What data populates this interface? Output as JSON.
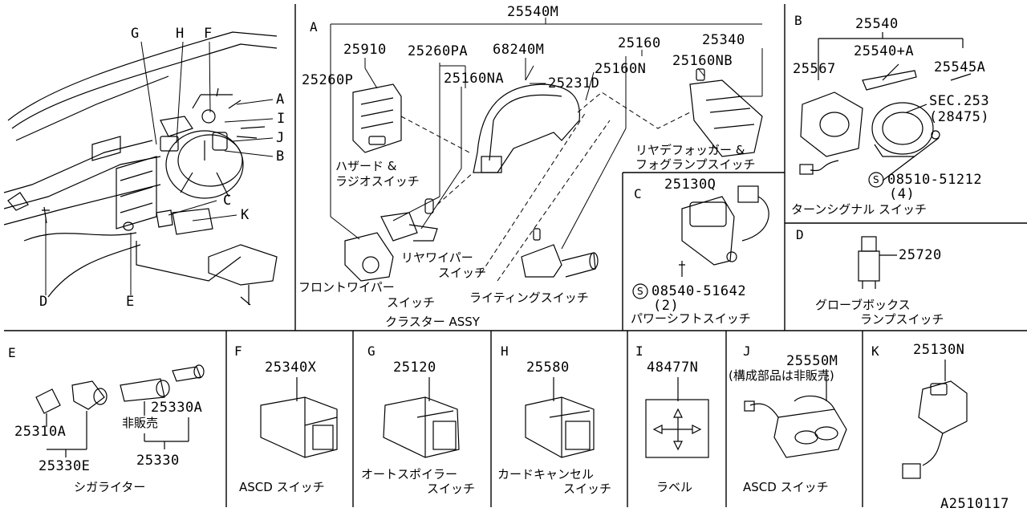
{
  "main": {
    "letters": [
      "G",
      "H",
      "F",
      "A",
      "I",
      "J",
      "B",
      "C",
      "K",
      "D",
      "E"
    ]
  },
  "A": {
    "section": "A",
    "parts": [
      "25540M",
      "25910",
      "25260PA",
      "68240M",
      "25160",
      "25340",
      "25260P",
      "25160NA",
      "25231D",
      "25160N",
      "25160NB"
    ],
    "label_hazard": [
      "ハザード &",
      "ラジオスイッチ"
    ],
    "label_rear_def": [
      "リヤデフォッガー &",
      "フォグランプスイッチ"
    ],
    "label_rear_wiper": [
      "リヤワイパー",
      "スイッチ"
    ],
    "label_front_wiper": [
      "フロントワイパー",
      "スイッチ"
    ],
    "label_lighting": "ライティングスイッチ",
    "label_cluster": "クラスター ASSY"
  },
  "B": {
    "section": "B",
    "parts": [
      "25540",
      "25540+A",
      "25567",
      "25545A"
    ],
    "sec": [
      "SEC.253",
      "(28475)"
    ],
    "screw": "08510-51212",
    "qty": "(4)",
    "label": "ターンシグナル スイッチ"
  },
  "C": {
    "section": "C",
    "part": "25130Q",
    "screw": "08540-51642",
    "qty": "(2)",
    "label": "パワーシフトスイッチ"
  },
  "D": {
    "section": "D",
    "part": "25720",
    "label": [
      "グローブボックス",
      "ランプスイッチ"
    ]
  },
  "E": {
    "section": "E",
    "parts": [
      "25330A",
      "25310A",
      "25330E",
      "25330"
    ],
    "note": "非販売",
    "label": "シガライター"
  },
  "F": {
    "section": "F",
    "part": "25340X",
    "label": "ASCD スイッチ"
  },
  "G": {
    "section": "G",
    "part": "25120",
    "label": [
      "オートスポイラー",
      "スイッチ"
    ]
  },
  "H": {
    "section": "H",
    "part": "25580",
    "label": [
      "カードキャンセル",
      "スイッチ"
    ]
  },
  "I": {
    "section": "I",
    "part": "48477N",
    "label": "ラベル"
  },
  "J": {
    "section": "J",
    "part": "25550M",
    "note": "(構成部品は非販売)",
    "label": "ASCD スイッチ"
  },
  "K": {
    "section": "K",
    "part": "25130N"
  },
  "figure_id": "A2510117"
}
